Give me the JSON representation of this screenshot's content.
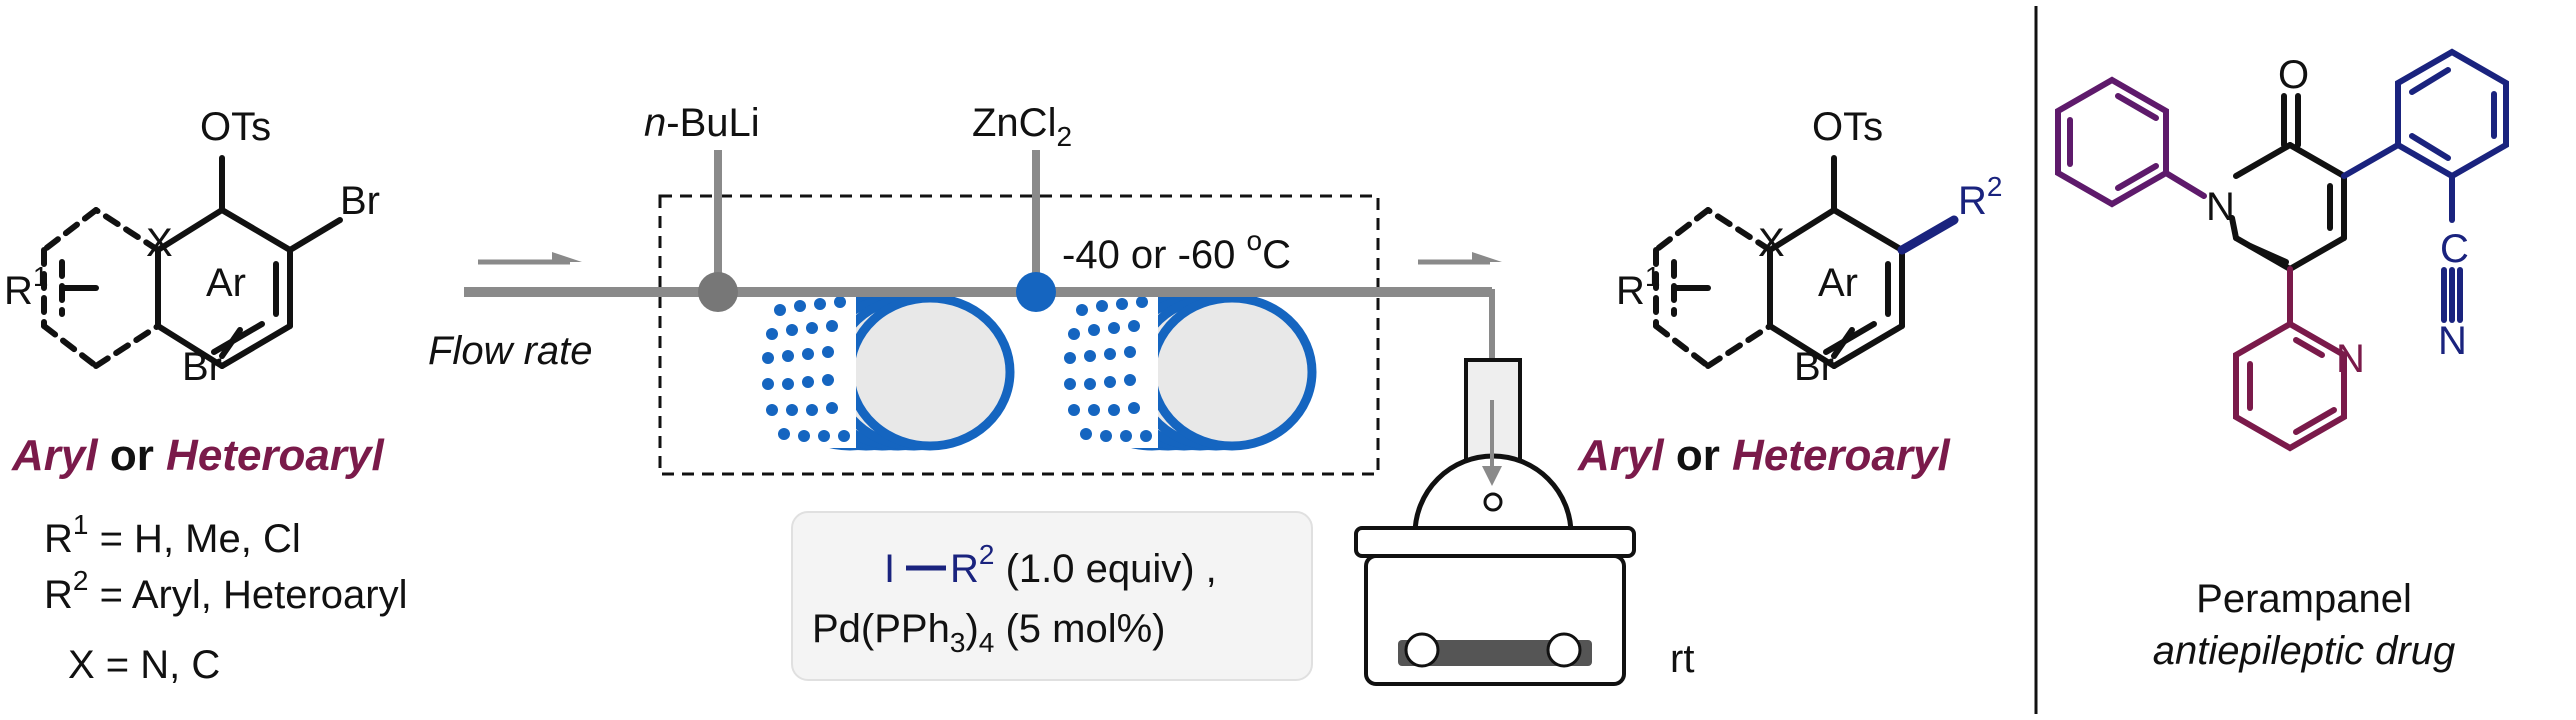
{
  "reactant": {
    "ots": "OTs",
    "br_top": "Br",
    "br_bottom": "Br",
    "r1": "R",
    "r1_sup": "1",
    "x": "X",
    "ar": "Ar",
    "caption_aryl": "Aryl",
    "caption_or": " or ",
    "caption_heteroaryl": "Heteroaryl",
    "subst1_r": "R",
    "subst1_sup": "1",
    "subst1_rest": " = H, Me, Cl",
    "subst2_r": "R",
    "subst2_sup": "2",
    "subst2_rest": " = Aryl, Heteroaryl",
    "subst3": "X = N, C"
  },
  "flow": {
    "nbuli_n": "n",
    "nbuli_rest": "-BuLi",
    "zncl2_main": "ZnCl",
    "zncl2_sub": "2",
    "temp_main": "-40 or -60 ",
    "temp_sup": "o",
    "temp_unit": "C",
    "flow_rate": "Flow rate",
    "reagent_i": "I",
    "reagent_r": "R",
    "reagent_r_sup": "2",
    "reagent_equiv": " (1.0 equiv) ,",
    "catalyst_main": "Pd(PPh",
    "catalyst_sub": "3",
    "catalyst_close": ")",
    "catalyst_sub2": "4",
    "catalyst_rest": " (5 mol%)",
    "rt": "rt"
  },
  "product": {
    "ots": "OTs",
    "r2": "R",
    "r2_sup": "2",
    "r1": "R",
    "r1_sup": "1",
    "x": "X",
    "ar": "Ar",
    "br": "Br",
    "caption_aryl": "Aryl",
    "caption_or": " or ",
    "caption_heteroaryl": "Heteroaryl"
  },
  "drug": {
    "o": "O",
    "n_amide": "N",
    "c_nitrile": "C",
    "n_nitrile": "N",
    "n_pyridine": "N",
    "name": "Perampanel",
    "description": "antiepileptic drug"
  },
  "colors": {
    "maroon": "#7a1a4a",
    "purple": "#5e1a6b",
    "navy": "#1a237e",
    "coil_blue": "#1565c0",
    "tube_gray": "#8a8a8a"
  }
}
